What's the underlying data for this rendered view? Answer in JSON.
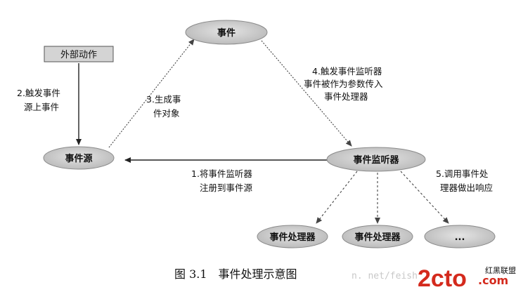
{
  "nodes": {
    "event": "事件",
    "external_action": "外部动作",
    "event_source": "事件源",
    "event_listener": "事件监听器",
    "handler_1": "事件处理器",
    "handler_2": "事件处理器",
    "handler_more": "..."
  },
  "steps": {
    "step1": [
      "1.将事件监听器",
      "注册到事件源"
    ],
    "step2": [
      "2.触发事件",
      "源上事件"
    ],
    "step3": [
      "3.生成事",
      "件对象"
    ],
    "step4": [
      "4.触发事件监听器",
      "事件被作为参数传入",
      "事件处理器"
    ],
    "step5": [
      "5.调用事件处",
      "理器做出响应"
    ]
  },
  "caption": "图 3.1　事件处理示意图",
  "watermark": {
    "url_text": "n. net/feish",
    "logo_text": "2cto",
    "logo_suffix": ".com",
    "logo_cn": "红黑联盟"
  },
  "colors": {
    "node_fill": "#c9c9c9",
    "node_stroke": "#8a8a8a",
    "box_fill": "#d4d4d4",
    "logo_red": "#d42a1d"
  }
}
